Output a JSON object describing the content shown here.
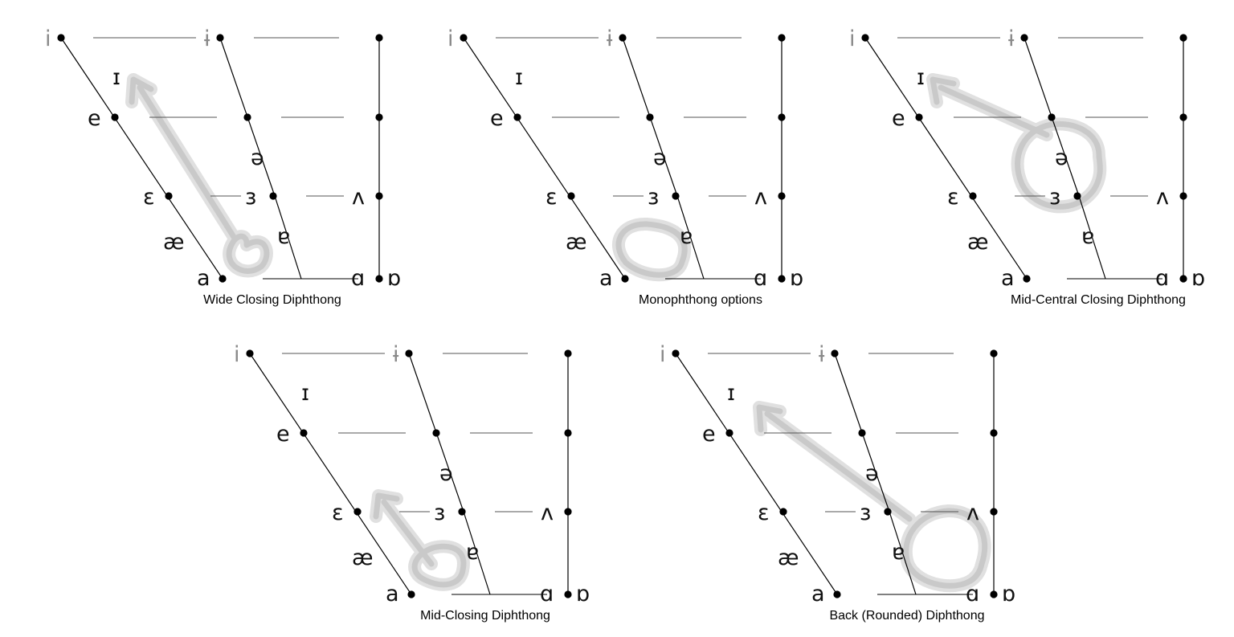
{
  "vowel_symbols": {
    "close_front": "i",
    "close_central": "ɨ",
    "near_close": "ɪ",
    "close_mid_front": "e",
    "schwa": "ə",
    "open_mid_front": "ɛ",
    "open_mid_central": "ɜ",
    "open_mid_back": "ʌ",
    "near_open_front": "æ",
    "near_open_central": "ɐ",
    "open_front": "a",
    "open_back": "ɑ",
    "open_back_rounded": "ɒ"
  },
  "panels": [
    {
      "id": "wide-closing",
      "caption": "Wide Closing Diphthong",
      "trace": "loop-open-front-to-near-close"
    },
    {
      "id": "monophthong",
      "caption": "Monophthong options",
      "trace": "loop-open"
    },
    {
      "id": "mid-central-closing",
      "caption": "Mid-Central Closing Diphthong",
      "trace": "loop-mid-central-to-near-close"
    },
    {
      "id": "mid-closing",
      "caption": "Mid-Closing  Diphthong",
      "trace": "loop-open-to-open-mid-front"
    },
    {
      "id": "back-rounded",
      "caption": "Back (Rounded)  Diphthong",
      "trace": "loop-back-to-close-mid-front"
    }
  ],
  "colors": {
    "ink": "#000000",
    "grey_symbol": "#8a8a8a",
    "trace": "#c7c7c7",
    "background": "#ffffff"
  }
}
